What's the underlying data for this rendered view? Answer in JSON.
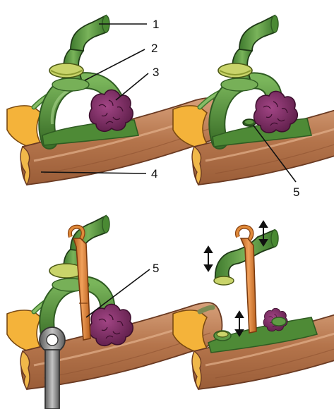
{
  "figure": {
    "labels": {
      "l1": "1",
      "l2": "2",
      "l3": "3",
      "l4": "4",
      "l5a": "5",
      "l5b": "5"
    },
    "colors": {
      "vessel_green": "#5f9a44",
      "vessel_dark": "#2f5c22",
      "ring_yellow": "#c9d46a",
      "tube_brown": "#b97a52",
      "tube_light": "#d9a67f",
      "tube_end": "#f0b84a",
      "nerve_orange": "#f4b33a",
      "tumor_purple": "#7b2a60",
      "catheter_orange": "#d9782a",
      "clamp_gray": "#8b8b8b"
    }
  }
}
